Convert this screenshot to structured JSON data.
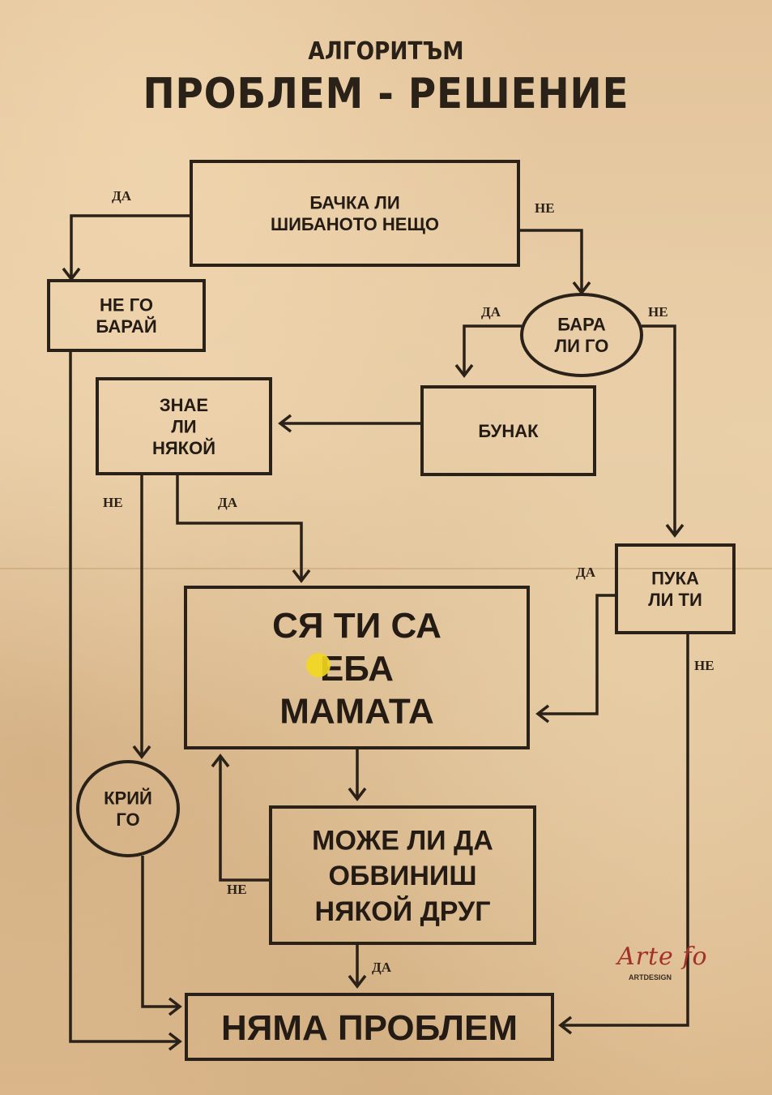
{
  "title": {
    "line1": "АЛГОРИТЪМ",
    "line2": "ПРОБЛЕМ - РЕШЕНИЕ"
  },
  "nodes": [
    {
      "id": "works",
      "shape": "rect",
      "lines": [
        "БАЧКА ЛИ",
        "ШИБАНОТО НЕЩО"
      ],
      "size": "sm"
    },
    {
      "id": "dont_touch",
      "shape": "rect",
      "lines": [
        "НЕ ГО",
        "БАРАЙ"
      ],
      "size": "sm"
    },
    {
      "id": "touched",
      "shape": "ellipse",
      "lines": [
        "БАРА",
        "ЛИ ГО"
      ],
      "size": "sm"
    },
    {
      "id": "idiot",
      "shape": "rect",
      "lines": [
        "БУНАК"
      ],
      "size": "sm"
    },
    {
      "id": "anyone_knows",
      "shape": "rect",
      "lines": [
        "ЗНАЕ",
        "ЛИ",
        "НЯКОЙ"
      ],
      "size": "sm"
    },
    {
      "id": "care",
      "shape": "rect",
      "lines": [
        "ПУКА",
        "ЛИ ТИ"
      ],
      "size": "sm"
    },
    {
      "id": "doomed",
      "shape": "rect",
      "lines": [
        "СЯ ТИ СА",
        "ЕБА",
        "МАМАТА"
      ],
      "size": "lg"
    },
    {
      "id": "hide",
      "shape": "ellipse",
      "lines": [
        "КРИЙ",
        "ГО"
      ],
      "size": "sm"
    },
    {
      "id": "blame",
      "shape": "rect",
      "lines": [
        "МОЖЕ ЛИ ДА",
        "ОБВИНИШ",
        "НЯКОЙ ДРУГ"
      ],
      "size": "md"
    },
    {
      "id": "no_problem",
      "shape": "rect",
      "lines": [
        "НЯМА ПРОБЛЕМ"
      ],
      "size": "lg"
    }
  ],
  "edges": [
    {
      "from": "works",
      "to": "dont_touch",
      "label": "ДА"
    },
    {
      "from": "works",
      "to": "touched",
      "label": "НЕ"
    },
    {
      "from": "touched",
      "to": "idiot",
      "label": "ДА"
    },
    {
      "from": "touched",
      "to": "care",
      "label": "НЕ"
    },
    {
      "from": "idiot",
      "to": "anyone_knows",
      "label": ""
    },
    {
      "from": "anyone_knows",
      "to": "hide",
      "label": "НЕ"
    },
    {
      "from": "anyone_knows",
      "to": "doomed",
      "label": "ДА"
    },
    {
      "from": "care",
      "to": "doomed",
      "label": "ДА"
    },
    {
      "from": "care",
      "to": "no_problem",
      "label": "НЕ"
    },
    {
      "from": "doomed",
      "to": "blame",
      "label": ""
    },
    {
      "from": "blame",
      "to": "doomed",
      "label": "НЕ"
    },
    {
      "from": "blame",
      "to": "no_problem",
      "label": "ДА"
    },
    {
      "from": "hide",
      "to": "no_problem",
      "label": ""
    },
    {
      "from": "dont_touch",
      "to": "no_problem",
      "label": ""
    }
  ],
  "logo": {
    "main": "Arte fo",
    "sub": "ARTDESIGN"
  },
  "colors": {
    "ink": "#2a2118",
    "paper": "#e6c9a0",
    "logo_red": "#a3312a",
    "highlight_dot": "#f2d81f"
  }
}
